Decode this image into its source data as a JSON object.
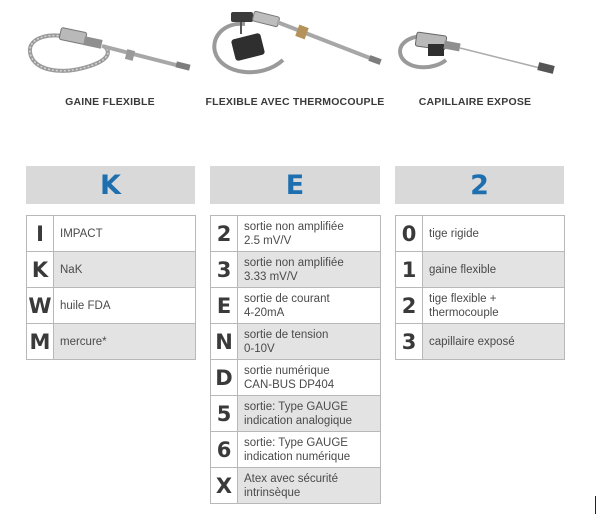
{
  "products": [
    {
      "caption": "GAINE FLEXIBLE"
    },
    {
      "caption": "FLEXIBLE AVEC THERMOCOUPLE"
    },
    {
      "caption": "CAPILLAIRE EXPOSE"
    }
  ],
  "columns": [
    {
      "header": "K",
      "rows": [
        {
          "code": "I",
          "text": "IMPACT"
        },
        {
          "code": "K",
          "text": "NaK"
        },
        {
          "code": "W",
          "text": "huile FDA"
        },
        {
          "code": "M",
          "text": "mercure*"
        }
      ]
    },
    {
      "header": "E",
      "rows": [
        {
          "code": "2",
          "text": "sortie non amplifiée\n2.5 mV/V"
        },
        {
          "code": "3",
          "text": "sortie non amplifiée\n3.33 mV/V"
        },
        {
          "code": "E",
          "text": "sortie de courant\n4-20mA"
        },
        {
          "code": "N",
          "text": "sortie de tension\n0-10V"
        },
        {
          "code": "D",
          "text": "sortie numérique\nCAN-BUS DP404"
        },
        {
          "code": "5",
          "text": "sortie: Type GAUGE\nindication analogique"
        },
        {
          "code": "6",
          "text": "sortie: Type  GAUGE\nindication numérique"
        },
        {
          "code": "X",
          "text": "Atex avec sécurité\nintrinsèque"
        }
      ]
    },
    {
      "header": "2",
      "rows": [
        {
          "code": "0",
          "text": "tige rigide"
        },
        {
          "code": "1",
          "text": "gaine flexible"
        },
        {
          "code": "2",
          "text": "tige flexible +\nthermocouple"
        },
        {
          "code": "3",
          "text": "capillaire exposé"
        }
      ]
    }
  ]
}
